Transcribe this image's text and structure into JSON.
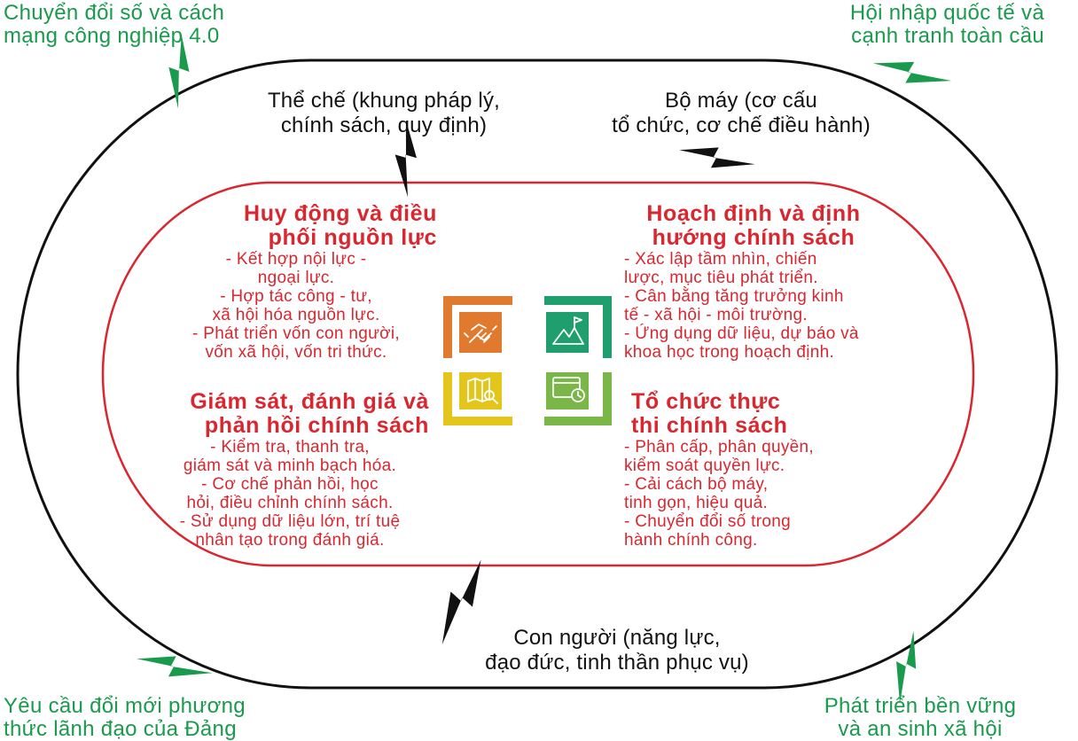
{
  "colors": {
    "outer_stroke": "#111111",
    "inner_stroke": "#d9262f",
    "green": "#1a9a4c",
    "red": "#d9262f",
    "orange": "#e07a2e",
    "teal": "#1f9e6e",
    "yellow": "#e3c51c",
    "lime": "#7ab648",
    "black": "#111111"
  },
  "outer_factors": {
    "top_left": [
      "Chuyển đổi số và cách",
      "mạng công nghiệp 4.0"
    ],
    "top_right": [
      "Hội nhập quốc tế và",
      "cạnh tranh toàn cầu"
    ],
    "bottom_left": [
      "Yêu cầu đổi mới phương",
      "thức lãnh đạo của Đảng"
    ],
    "bottom_right": [
      "Phát triển bền vững",
      "và an sinh xã hội"
    ]
  },
  "pillars": {
    "institution": [
      "Thể chế (khung pháp lý,",
      "chính sách, quy định)"
    ],
    "apparatus": [
      "Bộ máy (cơ cấu",
      "tổ chức, cơ chế điều hành)"
    ],
    "people": [
      "Con người (năng lực,",
      "đạo đức, tinh thần phục vụ)"
    ]
  },
  "quadrants": {
    "resources": {
      "title": [
        "Huy động và điều",
        "phối nguồn lực"
      ],
      "body": [
        "- Kết hợp nội lực -",
        "ngoại lực.",
        "- Hợp tác công - tư,",
        "xã hội hóa nguồn lực.",
        "- Phát triển vốn con người,",
        "vốn xã hội, vốn tri thức."
      ],
      "icon": "handshake-icon"
    },
    "planning": {
      "title": [
        "Hoạch định và định",
        "hướng chính sách"
      ],
      "body": [
        "- Xác lập tầm nhìn, chiến",
        "lược, mục tiêu phát triển.",
        "- Cân bằng tăng trưởng kinh",
        "tế - xã hội - môi trường.",
        "- Ứng dụng dữ liệu, dự báo và",
        "khoa học trong hoạch định."
      ],
      "icon": "mountain-flag-icon"
    },
    "monitoring": {
      "title": [
        "Giám sát, đánh giá và",
        "phản hồi chính sách"
      ],
      "body": [
        "- Kiểm tra, thanh tra,",
        "giám sát và minh bạch hóa.",
        "- Cơ chế phản hồi, học",
        "hỏi, điều chỉnh chính sách.",
        "- Sử dụng dữ liệu lớn, trí tuệ",
        "nhân tạo trong đánh giá."
      ],
      "icon": "map-search-icon"
    },
    "implementation": {
      "title": [
        "Tổ chức thực",
        "thi chính sách"
      ],
      "body": [
        "- Phân cấp, phân quyền,",
        "kiểm soát quyền lực.",
        "- Cải cách bộ máy,",
        "tinh gọn, hiệu quả.",
        "- Chuyển đổi số trong",
        "hành chính công."
      ],
      "icon": "browser-clock-icon"
    }
  }
}
